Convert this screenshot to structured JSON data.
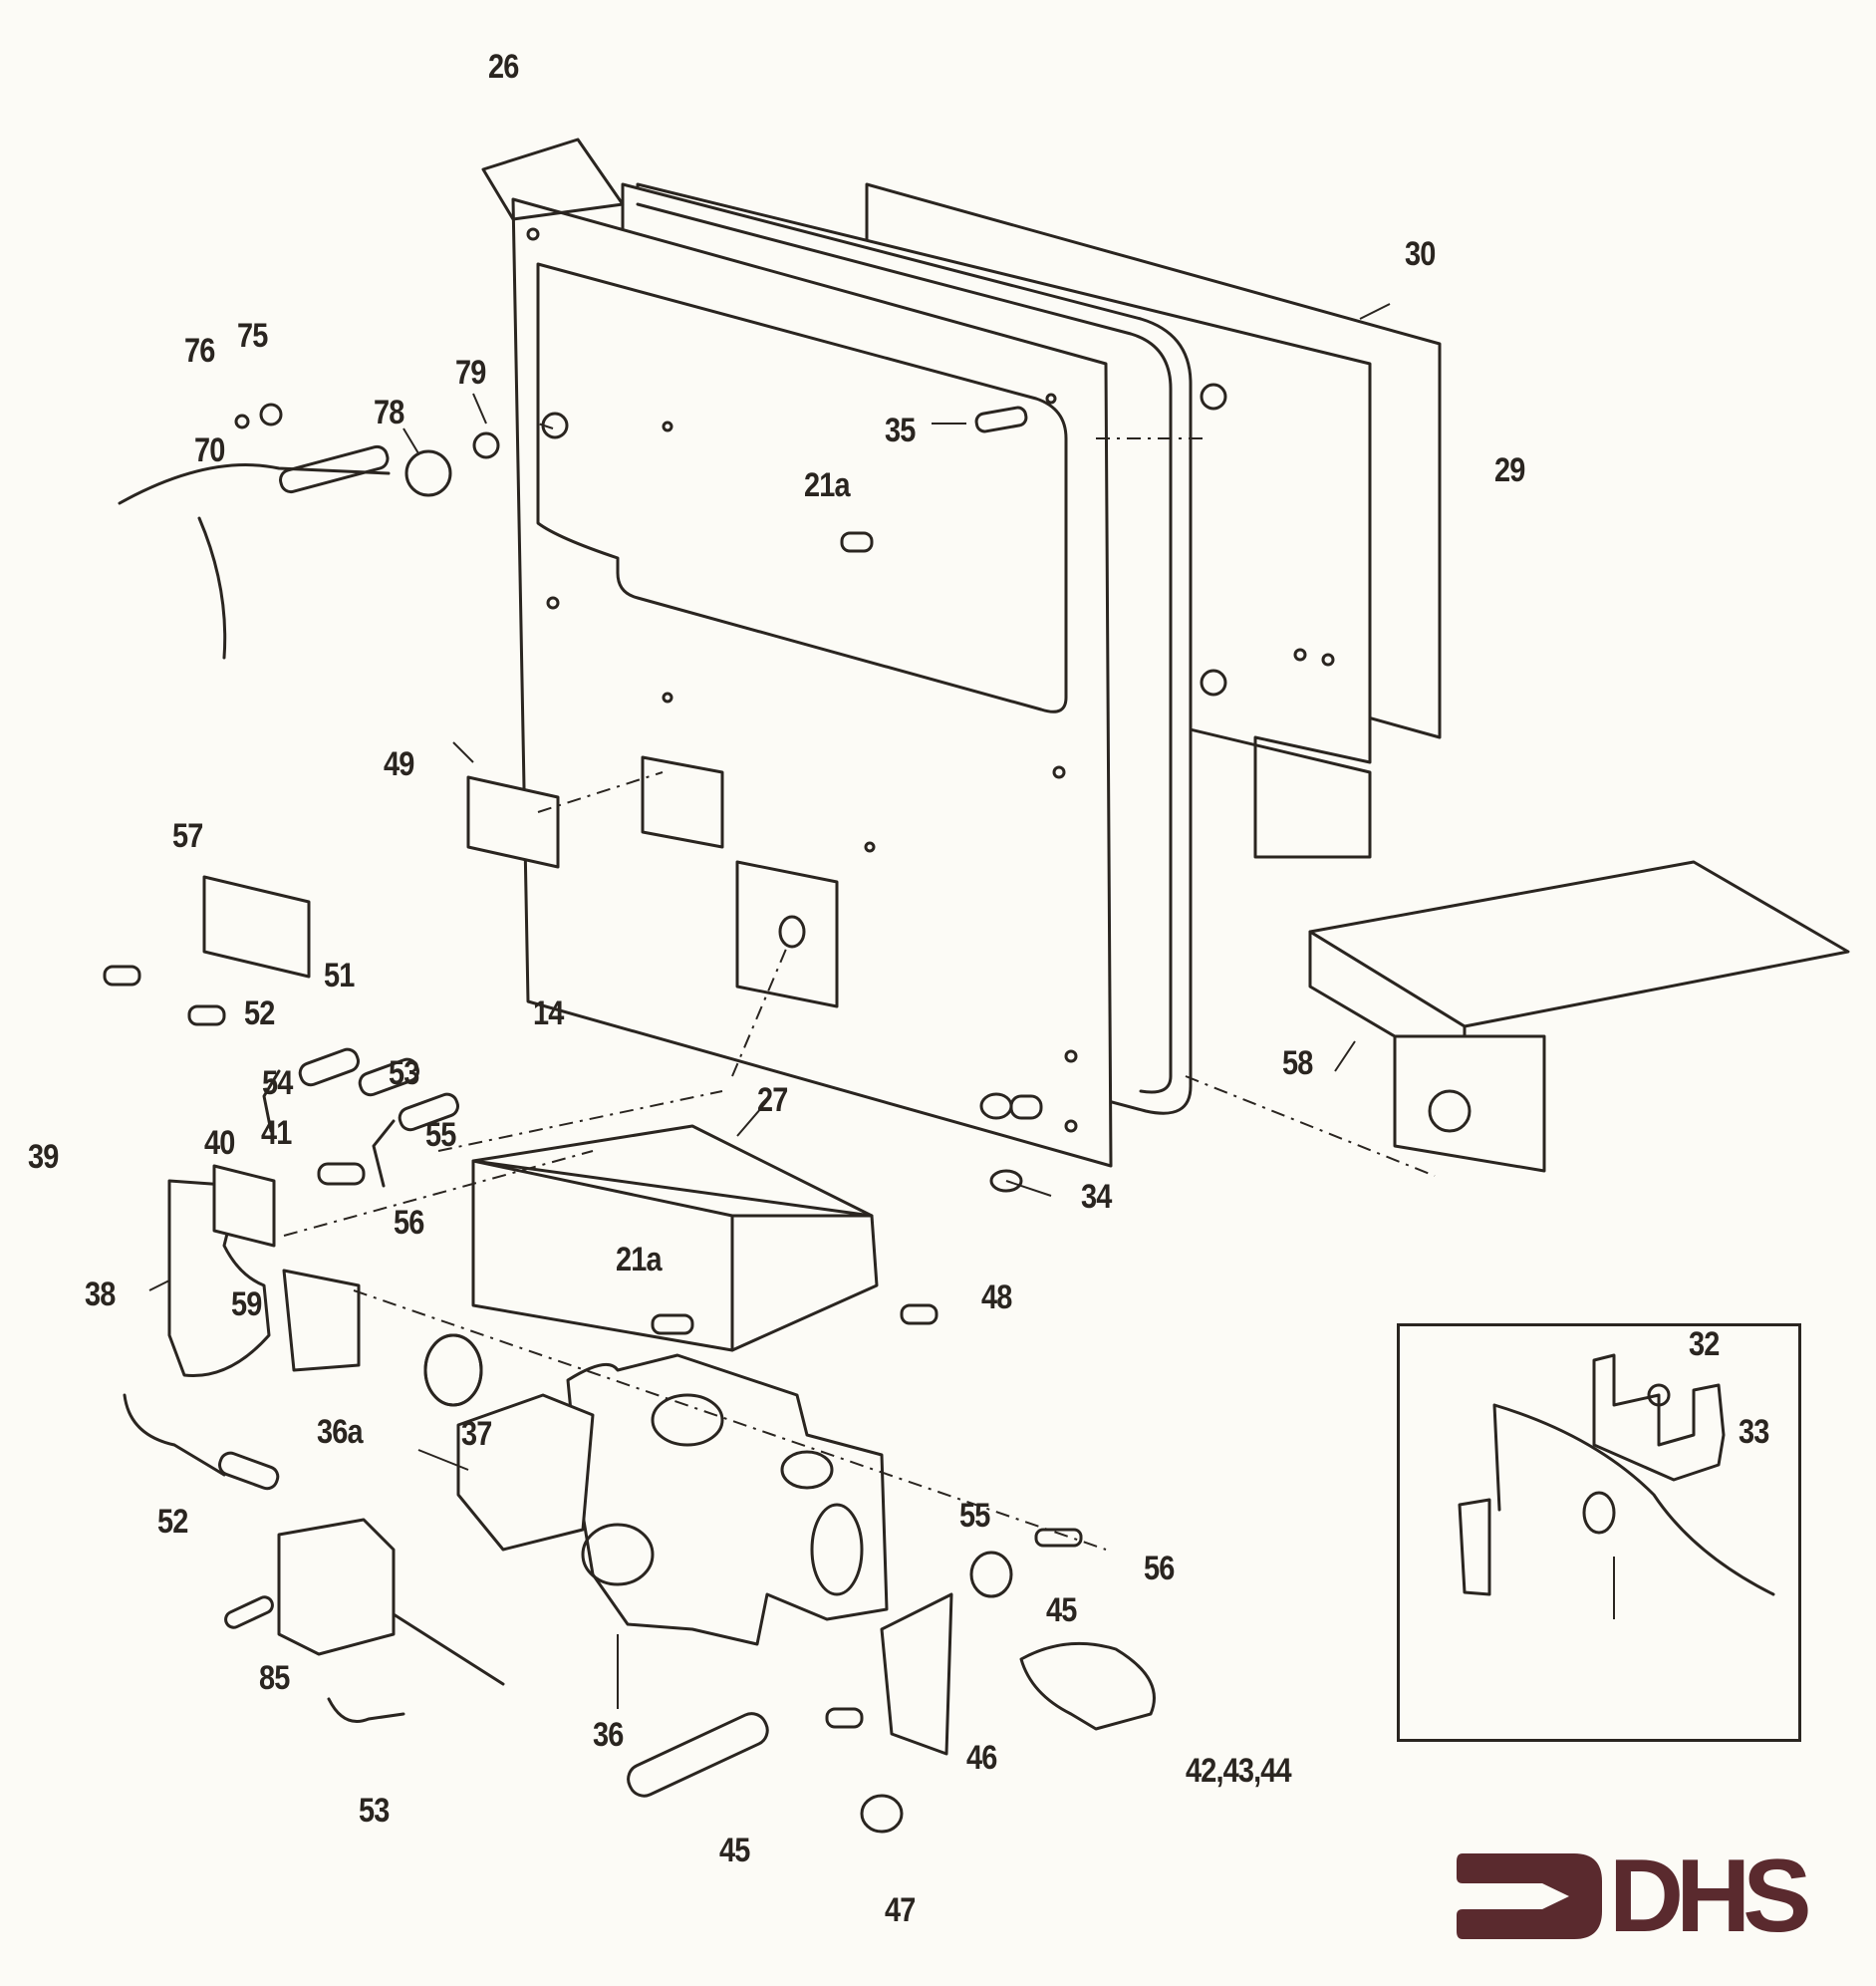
{
  "diagram": {
    "title": "Exploded parts diagram",
    "callouts": {
      "c26": "26",
      "c30": "30",
      "c29": "29",
      "c35": "35",
      "c21a_top": "21a",
      "c76": "76",
      "c75": "75",
      "c79": "79",
      "c78": "78",
      "c70": "70",
      "c49": "49",
      "c57": "57",
      "c51": "51",
      "c52_upper": "52",
      "c14": "14",
      "c54": "54",
      "c53_upper": "53",
      "c55_upper": "55",
      "c27": "27",
      "c39": "39",
      "c40": "40",
      "c41": "41",
      "c56_upper": "56",
      "c34": "34",
      "c58": "58",
      "c38": "38",
      "c59": "59",
      "c21a_lower": "21a",
      "c48": "48",
      "c32": "32",
      "c33": "33",
      "c36a": "36a",
      "c37": "37",
      "c52_lower": "52",
      "c55_lower": "55",
      "c56_lower": "56",
      "c45_right": "45",
      "c85": "85",
      "c36": "36",
      "c46": "46",
      "c42_43_44": "42,43,44",
      "c53_lower": "53",
      "c45_lower": "45",
      "c47": "47"
    }
  },
  "logo": {
    "text": "DHS",
    "brand_color": "#5a2a2e"
  }
}
